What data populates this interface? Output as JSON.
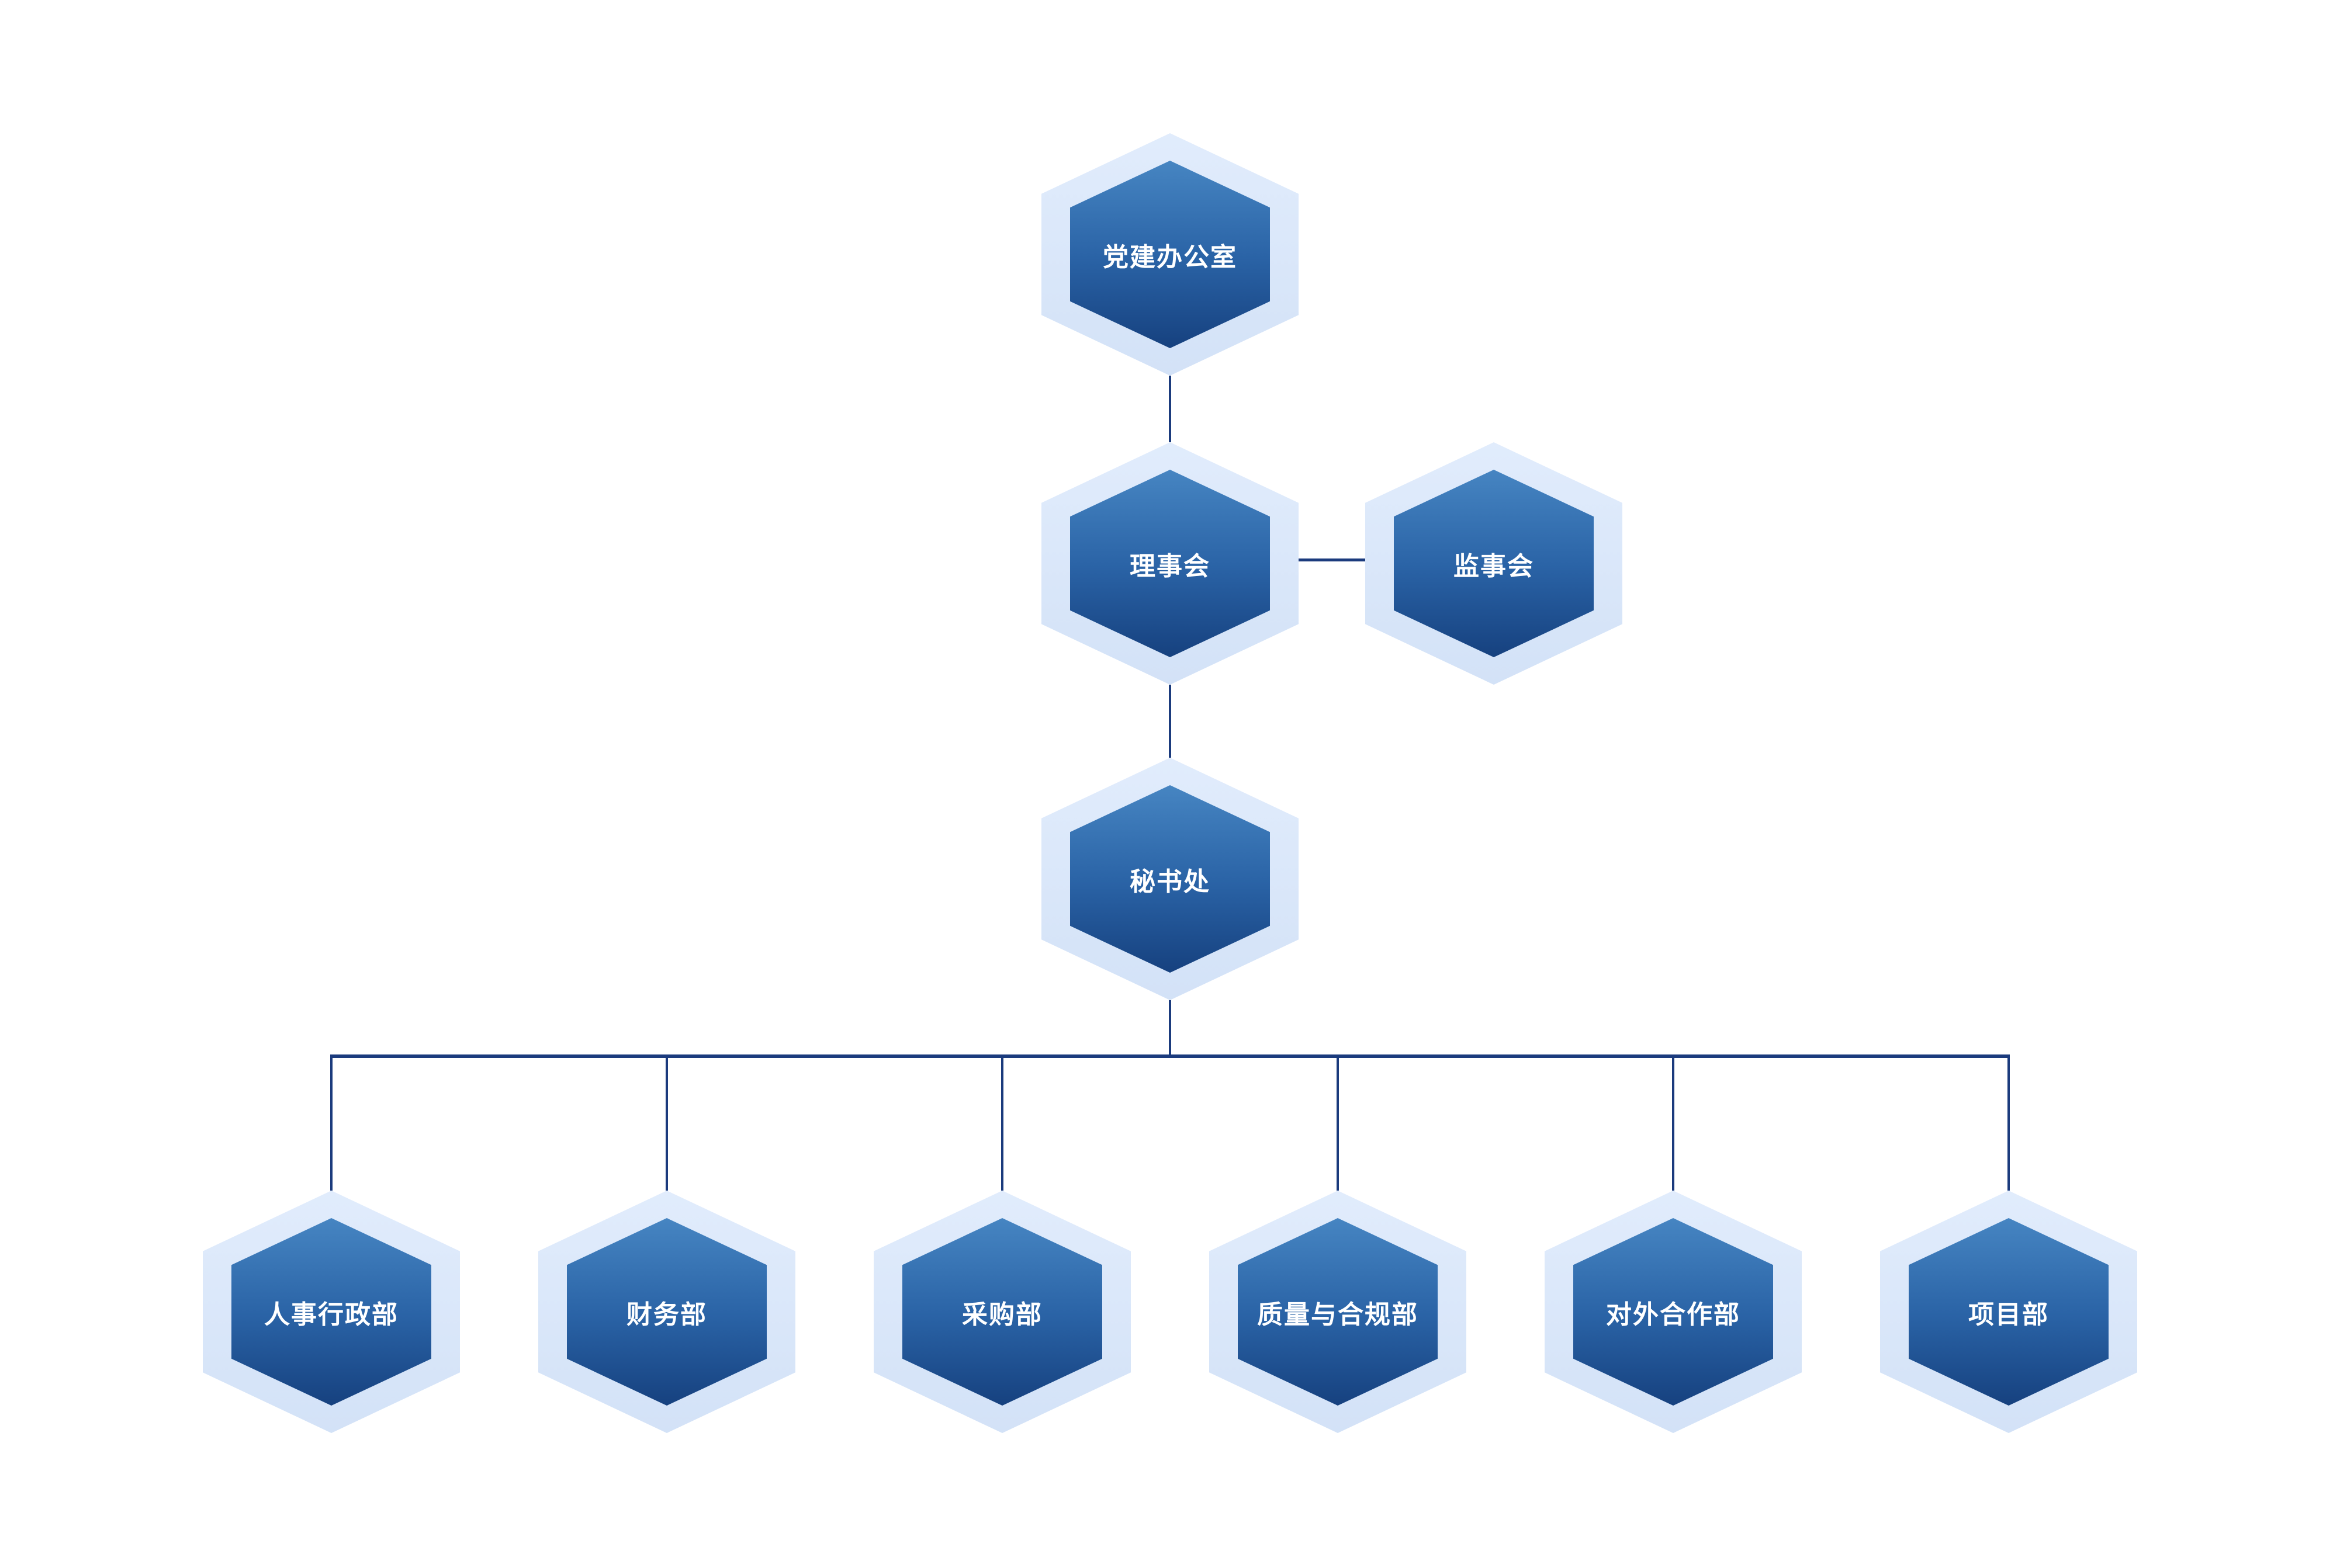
{
  "chart_data": {
    "type": "org-chart",
    "nodes": [
      {
        "id": "party-building-office",
        "label": "党建办公室",
        "level": 1
      },
      {
        "id": "council",
        "label": "理事会",
        "level": 2
      },
      {
        "id": "supervisory-board",
        "label": "监事会",
        "level": 2
      },
      {
        "id": "secretariat",
        "label": "秘书处",
        "level": 3
      },
      {
        "id": "hr-admin-dept",
        "label": "人事行政部",
        "level": 4
      },
      {
        "id": "finance-dept",
        "label": "财务部",
        "level": 4
      },
      {
        "id": "procurement-dept",
        "label": "采购部",
        "level": 4
      },
      {
        "id": "quality-compliance-dept",
        "label": "质量与合规部",
        "level": 4
      },
      {
        "id": "external-coop-dept",
        "label": "对外合作部",
        "level": 4
      },
      {
        "id": "project-dept",
        "label": "项目部",
        "level": 4
      }
    ],
    "edges": [
      {
        "from": "党建办公室",
        "to": "理事会"
      },
      {
        "from": "理事会",
        "to": "监事会"
      },
      {
        "from": "理事会",
        "to": "秘书处"
      },
      {
        "from": "秘书处",
        "to": "人事行政部"
      },
      {
        "from": "秘书处",
        "to": "财务部"
      },
      {
        "from": "秘书处",
        "to": "采购部"
      },
      {
        "from": "秘书处",
        "to": "质量与合规部"
      },
      {
        "from": "秘书处",
        "to": "对外合作部"
      },
      {
        "from": "秘书处",
        "to": "项目部"
      }
    ],
    "colors": {
      "background": "#ffffff",
      "hexagon_halo": "#dbe8fa",
      "hexagon_fill_top": "#4685c2",
      "hexagon_fill_bottom": "#16417f",
      "connector_line": "#1b3b7d",
      "label_text": "#ffffff"
    }
  }
}
